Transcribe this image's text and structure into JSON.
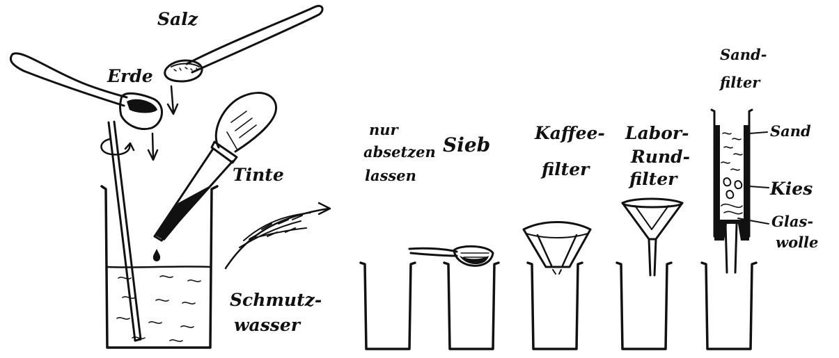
{
  "labels": {
    "salz": "Salz",
    "erde": "Erde",
    "tinte": "Tinte",
    "schmutz_1": "Schmutz-",
    "schmutz_2": "wasser",
    "nur": "nur",
    "absetzen": "absetzen",
    "lassen": "lassen",
    "sieb": "Sieb",
    "kaffee_1": "Kaffee-",
    "kaffee_2": "filter",
    "labor_1": "Labor-",
    "labor_2": "Rund-",
    "labor_3": "filter",
    "sandfilter_1": "Sand-",
    "sandfilter_2": "filter",
    "sand": "Sand",
    "kies": "Kies",
    "glas_1": "Glas-",
    "glas_2": "wolle"
  },
  "colors": {
    "ink": "#111111",
    "paper": "#ffffff"
  }
}
